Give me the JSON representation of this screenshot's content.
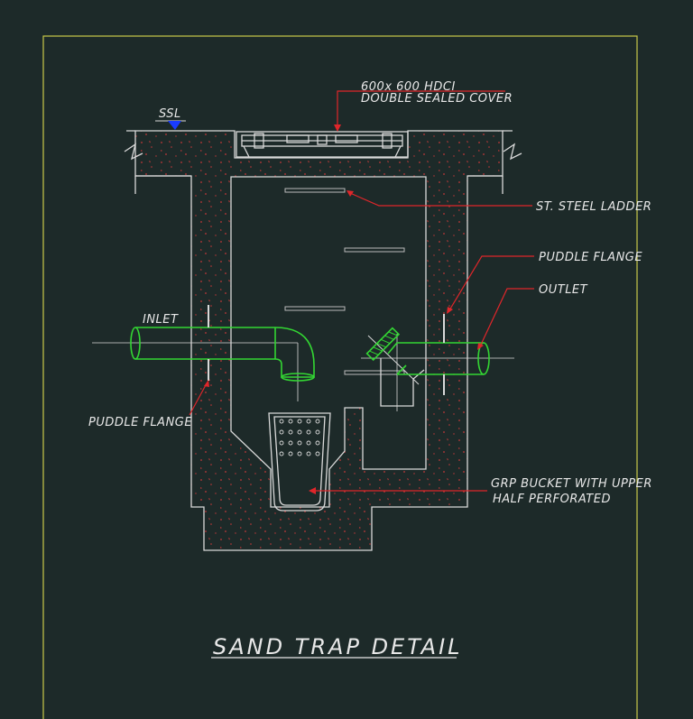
{
  "drawing": {
    "title": "SAND TRAP DETAIL",
    "labels": {
      "ssl": "SSL",
      "cover_line1": "600x 600  HDCI",
      "cover_line2": "DOUBLE SEALED COVER",
      "ladder": "ST. STEEL LADDER",
      "puddle_flange_right": "PUDDLE FLANGE",
      "outlet": "OUTLET",
      "inlet": "INLET",
      "puddle_flange_left": "PUDDLE FLANGE",
      "bucket_line1": "GRP BUCKET WITH UPPER",
      "bucket_line2": "HALF PERFORATED"
    }
  },
  "colors": {
    "background": "#1d2a29",
    "frame": "#c9c94a",
    "structure": "#d9d9d9",
    "pipe": "#33d633",
    "leader": "#e0262a",
    "concrete_dots": "#c23838",
    "ssl_marker": "#1a3cff"
  }
}
